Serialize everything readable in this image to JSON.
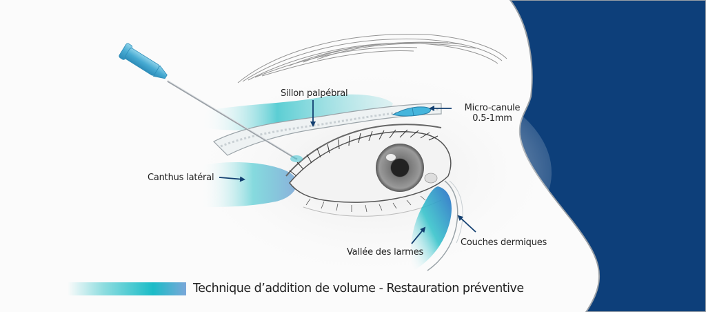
{
  "diagram": {
    "title": "Technique d’addition de volume - Restauration préventive",
    "labels": {
      "sillon": "Sillon palpébral",
      "micro_canule_line1": "Micro-canule",
      "micro_canule_line2": "0.5-1mm",
      "canthus": "Canthus latéral",
      "vallee": "Vallée des larmes",
      "couches": "Couches dermiques"
    },
    "icons": {
      "needle": "syringe-needle",
      "cannula": "micro-cannula-tip",
      "eye": "eye-illustration",
      "arrows": "pointer-arrow"
    },
    "colors": {
      "navy_background": "#0d3f7a",
      "teal_accent": "#1bbcc7",
      "arrow": "#123f70",
      "needle_hub": "#5fb8d6",
      "text": "#222222"
    }
  }
}
